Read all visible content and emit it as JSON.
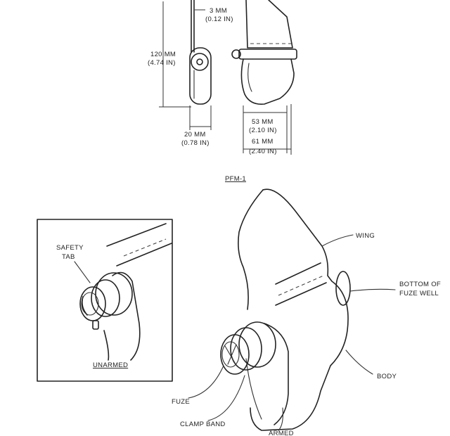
{
  "dimensions": {
    "wire_thickness": {
      "mm": "3 MM",
      "in": "(0.12 IN)"
    },
    "length": {
      "mm": "120 MM",
      "in": "(4.74 IN)"
    },
    "width": {
      "mm": "20 MM",
      "in": "(0.78 IN)"
    },
    "inner_width": {
      "mm": "53 MM",
      "in": "(2.10 IN)"
    },
    "outer_width": {
      "mm": "61 MM",
      "in": "(2.40 IN)"
    }
  },
  "top_caption": "PFM-1",
  "inset": {
    "safety_tab_line1": "SAFETY",
    "safety_tab_line2": "TAB",
    "caption": "UNARMED"
  },
  "callouts": {
    "wing": "WING",
    "bottom_line1": "BOTTOM OF",
    "bottom_line2": "FUZE WELL",
    "body": "BODY",
    "fuze": "FUZE",
    "clamp_band": "CLAMP BAND",
    "armed": "ARMED"
  }
}
